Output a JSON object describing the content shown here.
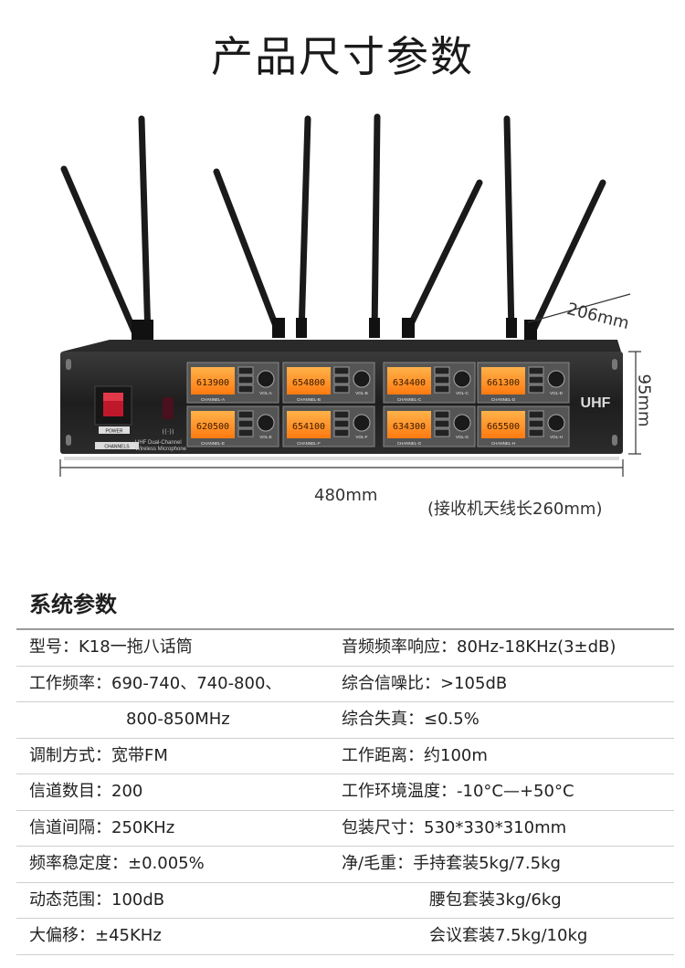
{
  "title": "产品尺寸参数",
  "product": {
    "channels_count_label": "CHANNELS",
    "power_label": "POWER",
    "brand_line1": "UHF Dual-Channel",
    "brand_line2": "Wireless Microphone",
    "uhf_logo": "UHF",
    "displays": [
      {
        "freq": "613900",
        "channel": "CHANNEL-A",
        "vol": "VOL-A"
      },
      {
        "freq": "654800",
        "channel": "CHANNEL-B",
        "vol": "VOL-B"
      },
      {
        "freq": "634400",
        "channel": "CHANNEL-C",
        "vol": "VOL-C"
      },
      {
        "freq": "661300",
        "channel": "CHANNEL-D",
        "vol": "VOL-D"
      },
      {
        "freq": "620500",
        "channel": "CHANNEL-E",
        "vol": "VOL-E"
      },
      {
        "freq": "654100",
        "channel": "CHANNEL-F",
        "vol": "VOL-F"
      },
      {
        "freq": "634300",
        "channel": "CHANNEL-G",
        "vol": "VOL-G"
      },
      {
        "freq": "665500",
        "channel": "CHANNEL-H",
        "vol": "VOL-H"
      }
    ],
    "dimensions": {
      "depth": "206mm",
      "height": "95mm",
      "width": "480mm",
      "antenna_note": "(接收机天线长260mm)"
    }
  },
  "system_section_title": "系统参数",
  "specs": [
    {
      "l_label": "型号：",
      "l_value": "K18一拖八话筒",
      "r_label": "音频频率响应：",
      "r_value": "80Hz-18KHz(3±dB)"
    },
    {
      "l_label": "工作频率：",
      "l_value": "690-740、740-800、",
      "r_label": "综合信噪比：",
      "r_value": ">105dB"
    },
    {
      "l_label": "",
      "l_value": "800-850MHz",
      "r_label": "综合失真：",
      "r_value": "≤0.5%"
    },
    {
      "l_label": "调制方式：",
      "l_value": "宽带FM",
      "r_label": "工作距离：",
      "r_value": "约100m"
    },
    {
      "l_label": "信道数目：",
      "l_value": "200",
      "r_label": "工作环境温度：",
      "r_value": "-10°C—+50°C"
    },
    {
      "l_label": "信道间隔：",
      "l_value": "250KHz",
      "r_label": "包装尺寸：",
      "r_value": "530*330*310mm"
    },
    {
      "l_label": "频率稳定度：",
      "l_value": "±0.005%",
      "r_label": "净/毛重：",
      "r_value": "手持套装5kg/7.5kg"
    },
    {
      "l_label": "动态范围：",
      "l_value": "100dB",
      "r_label": "",
      "r_value": "腰包套装3kg/6kg"
    },
    {
      "l_label": "大偏移：",
      "l_value": "±45KHz",
      "r_label": "",
      "r_value": "会议套装7.5kg/10kg"
    }
  ]
}
